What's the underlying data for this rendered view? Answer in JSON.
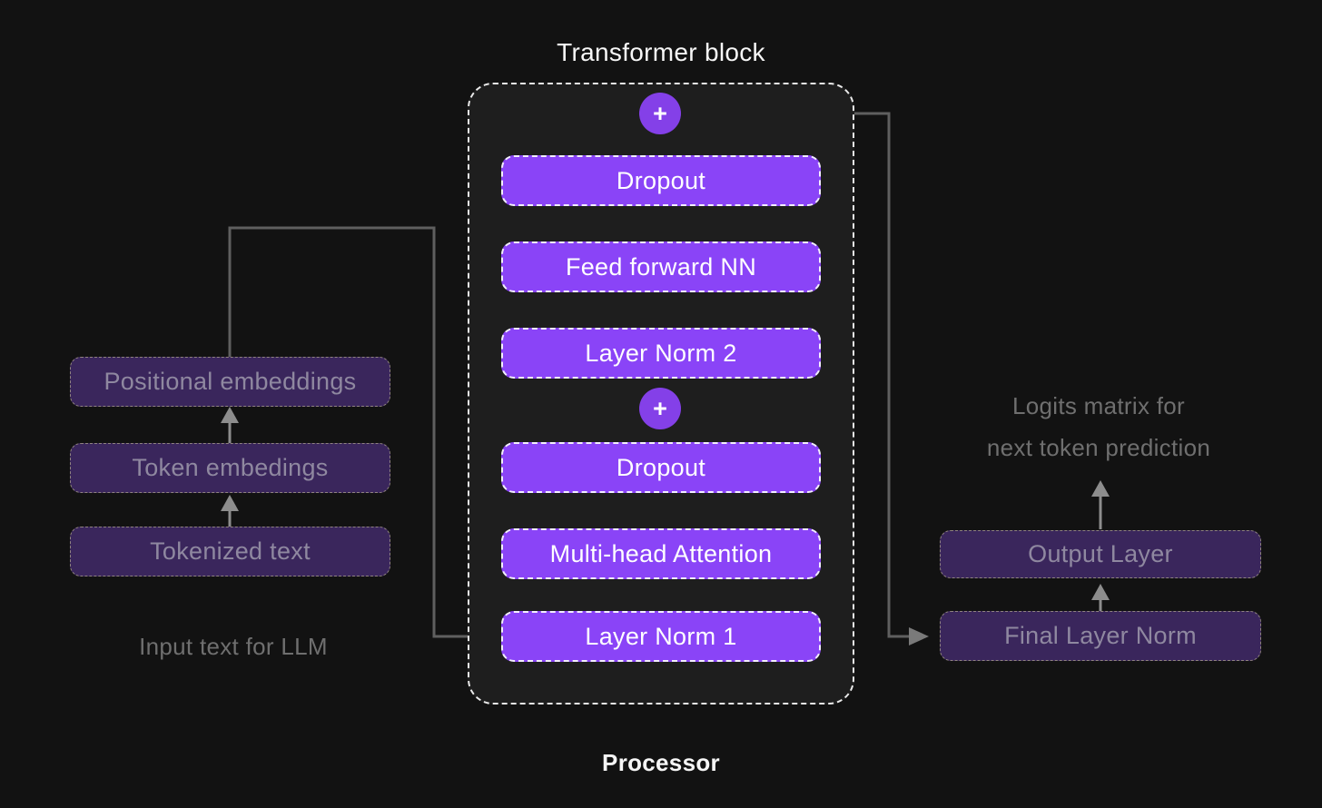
{
  "title": "Transformer block",
  "processor_label": "Processor",
  "plus_symbol": "+",
  "transformer_block": {
    "layers_top_to_bottom": [
      "Dropout",
      "Feed forward NN",
      "Layer Norm 2",
      "Dropout",
      "Multi-head Attention",
      "Layer Norm 1"
    ]
  },
  "input_pipeline": {
    "boxes_top_to_bottom": [
      "Positional embeddings",
      "Token embedings",
      "Tokenized text"
    ],
    "caption": "Input text for LLM"
  },
  "output_pipeline": {
    "caption": [
      "Logits matrix for",
      "next token prediction"
    ],
    "boxes_top_to_bottom": [
      "Output Layer",
      "Final Layer Norm"
    ]
  },
  "colors": {
    "background": "#121212",
    "panel_fill": "#1E1E1E",
    "accent_purple": "#8A44F7",
    "plus_circle_purple": "#8440E8",
    "muted_purple": "#3A265C",
    "muted_text": "#8F88A0",
    "caption_gray": "#6F6F6F",
    "connector_gray": "#5F5F5F",
    "arrow_white": "#FFFFFF"
  }
}
